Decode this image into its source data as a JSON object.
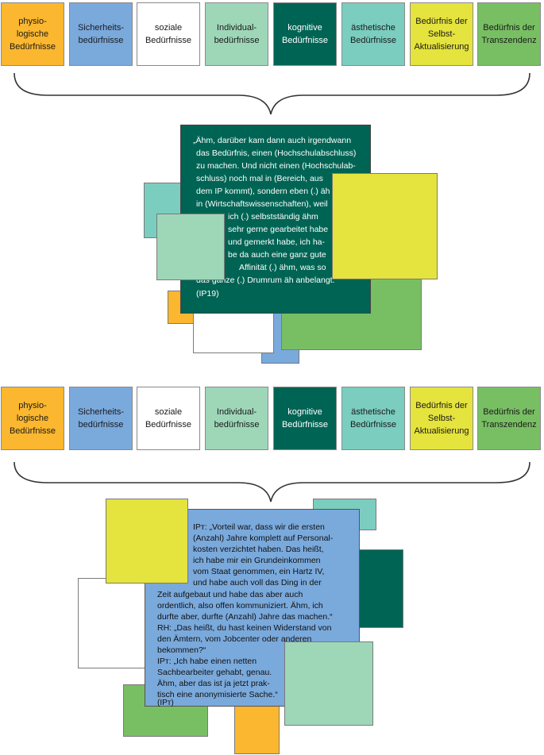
{
  "colors": {
    "orange": "#fbb72f",
    "blue": "#7aa9dc",
    "white": "#ffffff",
    "light_green": "#9ed7b8",
    "dark_teal": "#006454",
    "teal": "#7bcdbf",
    "yellow": "#e5e33d",
    "green": "#78bf63"
  },
  "needs": [
    {
      "label": "physio-\nlogische\nBedürfnisse",
      "color": "#fbb72f",
      "text_color": "#1a1a1a"
    },
    {
      "label": "Sicherheits-\nbedürfnisse",
      "color": "#7aa9dc",
      "text_color": "#1a1a1a"
    },
    {
      "label": "soziale\nBedürfnisse",
      "color": "#ffffff",
      "text_color": "#1a1a1a"
    },
    {
      "label": "Individual-\nbedürfnisse",
      "color": "#9ed7b8",
      "text_color": "#1a1a1a"
    },
    {
      "label": "kognitive\nBedürfnisse",
      "color": "#006454",
      "text_color": "#ffffff"
    },
    {
      "label": "ästhetische\nBedürfnisse",
      "color": "#7bcdbf",
      "text_color": "#1a1a1a"
    },
    {
      "label": "Bedürfnis der\nSelbst-\nAktualisierung",
      "color": "#e5e33d",
      "text_color": "#1a1a1a"
    },
    {
      "label": "Bedürfnis der\nTranszendenz",
      "color": "#78bf63",
      "text_color": "#1a1a1a"
    }
  ],
  "quote1": {
    "lines": [
      "„Ähm, darüber kam dann auch irgendwann",
      "das Bedürfnis, einen (Hochschulabschluss)",
      "zu machen. Und nicht einen (Hochschulab-",
      "schluss) noch mal in (Bereich, aus",
      "dem IP kommt), sondern eben (.) äh",
      "in (Wirtschaftswissenschaften), weil",
      "ich (.) selbstständig ähm",
      "sehr gerne gearbeitet habe",
      "und gemerkt habe, ich ha-",
      "be da auch eine ganz gute",
      "Affinität (.) ähm, was so",
      "das ganze (.) Drumrum äh anbelangt.“",
      "(IP19)"
    ]
  },
  "quote2": {
    "lines": [
      "IPᴛ: „Vorteil war, dass wir die ersten",
      "(Anzahl) Jahre komplett auf Personal-",
      "kosten verzichtet haben. Das heißt,",
      "ich habe mir ein Grundeinkommen",
      "vom Staat genommen, ein Hartz IV,",
      "und habe auch voll das Ding in der",
      "Zeit aufgebaut und habe das aber auch",
      "ordentlich, also offen kommuniziert. Ähm, ich",
      "durfte aber, durfte (Anzahl) Jahre das machen.“",
      "RH: „Das heißt, du hast keinen Widerstand von",
      "den Ämtern, vom Jobcenter oder anderen",
      "bekommen?“",
      "IPᴛ: „Ich habe einen netten",
      "Sachbearbeiter gehabt, genau.",
      "Ähm, aber das ist ja jetzt prak-",
      "tisch eine anonymisierte Sache.“",
      "(IPᴛ)"
    ]
  }
}
